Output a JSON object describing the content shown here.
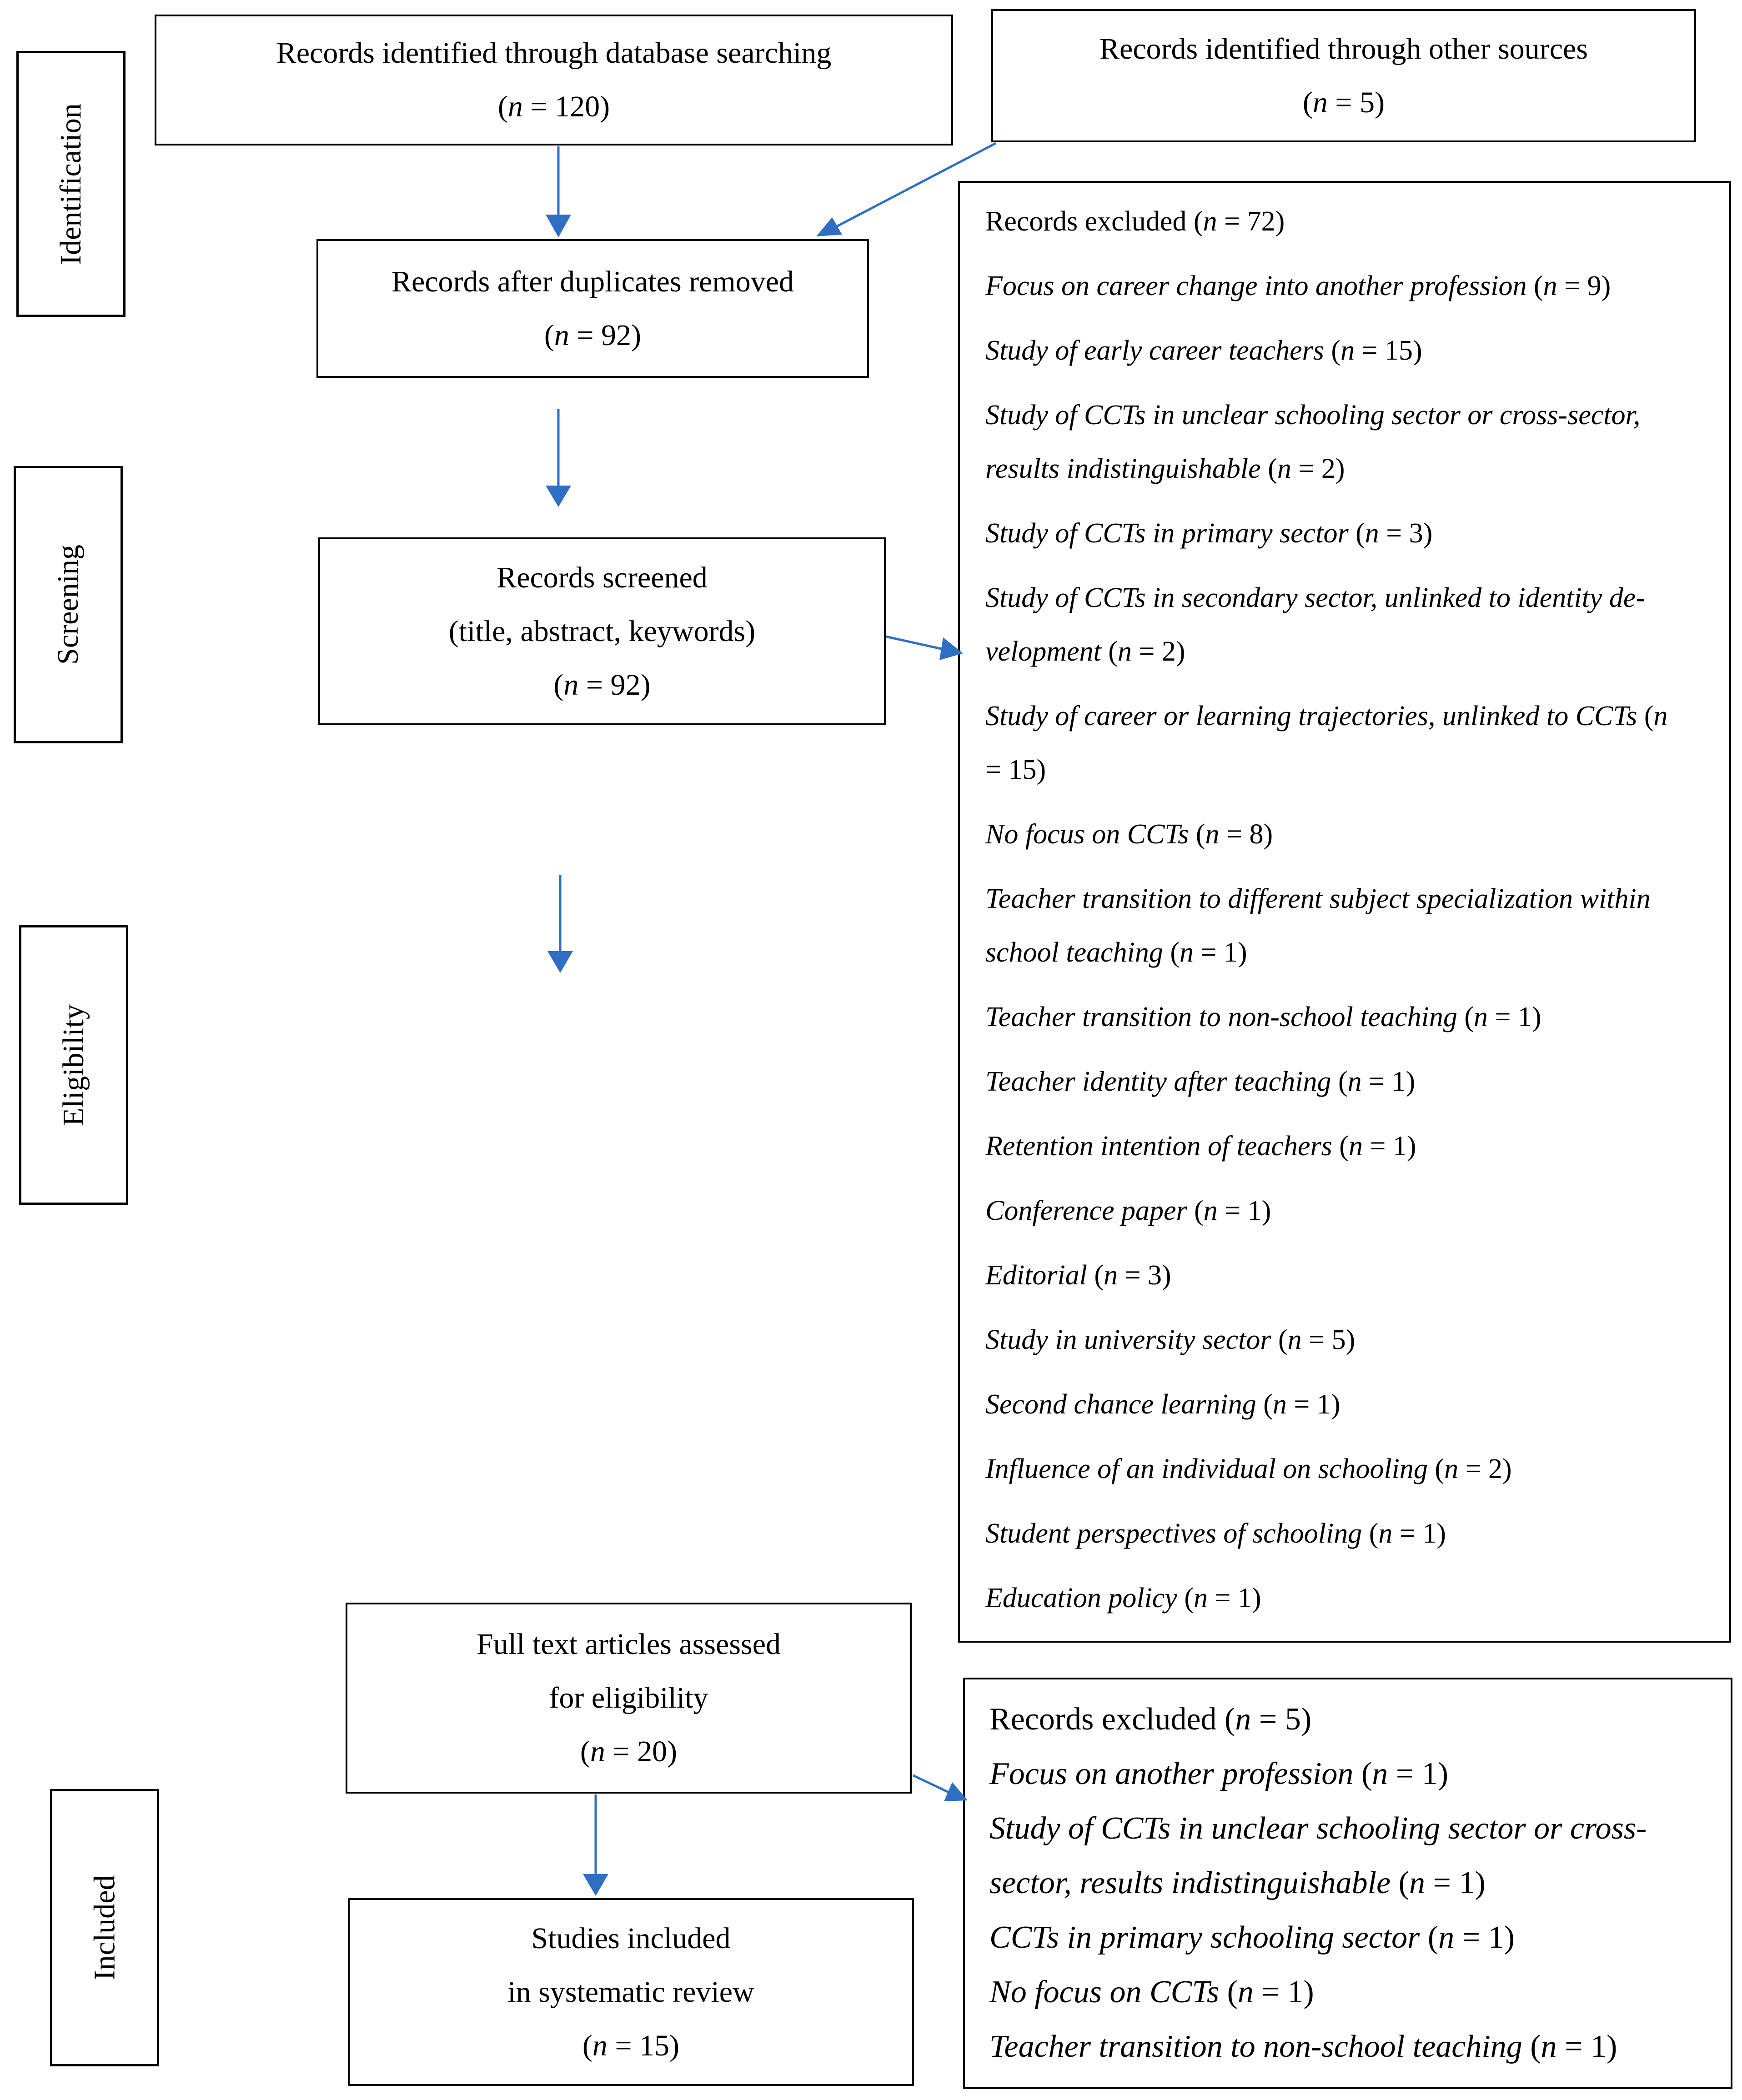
{
  "stages": {
    "identification": "Identification",
    "screening": "Screening",
    "eligibility": "Eligibility",
    "included": "Included"
  },
  "boxes": {
    "db_search": {
      "line1": "Records identified through database searching",
      "n": "120"
    },
    "other_sources": {
      "line1": "Records identified through other sources",
      "n": "5"
    },
    "duplicates_removed": {
      "line1": "Records after duplicates removed",
      "n": "92"
    },
    "screened": {
      "line1": "Records screened",
      "line2": "(title, abstract, keywords)",
      "n": "92"
    },
    "full_text": {
      "line1": "Full text articles assessed",
      "line2": "for eligibility",
      "n": "20"
    },
    "included": {
      "line1": "Studies included",
      "line2": "in systematic review",
      "n": "15"
    }
  },
  "exclusions_screening": {
    "header_text": "Records excluded",
    "header_n": "72",
    "items": [
      {
        "t": "Focus on career change into another profession",
        "n": "9"
      },
      {
        "t": "Study of early career teachers",
        "n": "15"
      },
      {
        "t": "Study of CCTs in unclear schooling sector or cross-sector,",
        "t2": "results indistinguishable",
        "n": "2"
      },
      {
        "t": "Study of CCTs in primary sector",
        "n": "3"
      },
      {
        "t": "Study of CCTs in secondary sector, unlinked to identity de-",
        "t2": "velopment",
        "n": "2"
      },
      {
        "t": "Study of career or learning trajectories, unlinked to CCTs",
        "split": true,
        "n": "15"
      },
      {
        "t": "No focus on CCTs",
        "n": "8"
      },
      {
        "t": "Teacher transition to different subject specialization within",
        "t2": "school teaching",
        "n": "1"
      },
      {
        "t": "Teacher transition to non-school teaching",
        "n": "1"
      },
      {
        "t": "Teacher identity after teaching",
        "n": "1"
      },
      {
        "t": "Retention intention of teachers",
        "n": "1"
      },
      {
        "t": "Conference paper",
        "n": "1"
      },
      {
        "t": "Editorial",
        "n": "3"
      },
      {
        "t": "Study in university sector",
        "n": "5"
      },
      {
        "t": "Second chance learning",
        "n": "1"
      },
      {
        "t": "Influence of an individual on schooling",
        "n": "2"
      },
      {
        "t": "Student perspectives of schooling",
        "n": "1"
      },
      {
        "t": "Education policy",
        "n": "1"
      }
    ]
  },
  "exclusions_eligibility": {
    "header_text": "Records excluded",
    "header_n": "5",
    "items": [
      {
        "t": "Focus on another profession",
        "n": "1"
      },
      {
        "t": "Study of CCTs in unclear schooling sector or cross-",
        "t2": "sector, results indistinguishable",
        "n": "1"
      },
      {
        "t": "CCTs in primary schooling sector",
        "n": "1"
      },
      {
        "t": "No focus on CCTs",
        "n": "1"
      },
      {
        "t": "Teacher transition to non-school teaching",
        "n": "1"
      }
    ]
  },
  "colors": {
    "arrow": "#2e6fc4",
    "border": "#000000"
  }
}
